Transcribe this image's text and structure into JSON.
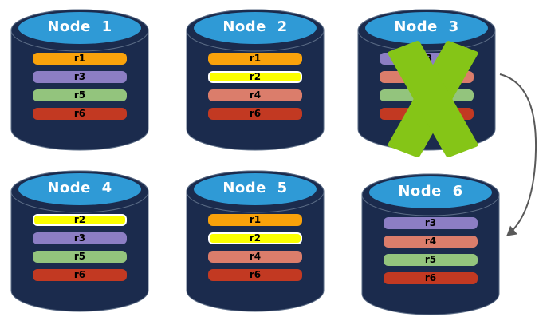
{
  "palette": {
    "cylinder_body": "#1B2B4D",
    "cylinder_top": "#2F9AD6",
    "node_title": "#FFFFFF",
    "bar_label": "#000000",
    "failure_x": "#85C517",
    "arrow": "#595959"
  },
  "nodes": [
    {
      "title": "Node 1",
      "failed": false,
      "bars": [
        {
          "label": "r1",
          "color": "#F9A20B"
        },
        {
          "label": "r3",
          "color": "#8C7EC4"
        },
        {
          "label": "r5",
          "color": "#93C47D"
        },
        {
          "label": "r6",
          "color": "#C23922"
        }
      ]
    },
    {
      "title": "Node 2",
      "failed": false,
      "bars": [
        {
          "label": "r1",
          "color": "#F9A20B"
        },
        {
          "label": "r2",
          "color": "#FCFF00",
          "border": "#FFFFFF"
        },
        {
          "label": "r4",
          "color": "#DB7D6B"
        },
        {
          "label": "r6",
          "color": "#C23922"
        }
      ]
    },
    {
      "title": "Node 3",
      "failed": true,
      "bars": [
        {
          "label": "r3",
          "color": "#8C7EC4"
        },
        {
          "label": "r4",
          "color": "#DB7D6B"
        },
        {
          "label": "r5",
          "color": "#93C47D"
        },
        {
          "label": "r6",
          "color": "#C23922"
        }
      ]
    },
    {
      "title": "Node 4",
      "failed": false,
      "bars": [
        {
          "label": "r2",
          "color": "#FCFF00",
          "border": "#FFFFFF"
        },
        {
          "label": "r3",
          "color": "#8C7EC4"
        },
        {
          "label": "r5",
          "color": "#93C47D"
        },
        {
          "label": "r6",
          "color": "#C23922"
        }
      ]
    },
    {
      "title": "Node 5",
      "failed": false,
      "bars": [
        {
          "label": "r1",
          "color": "#F9A20B"
        },
        {
          "label": "r2",
          "color": "#FCFF00",
          "border": "#FFFFFF"
        },
        {
          "label": "r4",
          "color": "#DB7D6B"
        },
        {
          "label": "r6",
          "color": "#C23922"
        }
      ]
    },
    {
      "title": "Node 6",
      "failed": false,
      "bars": [
        {
          "label": "r3",
          "color": "#8C7EC4"
        },
        {
          "label": "r4",
          "color": "#DB7D6B"
        },
        {
          "label": "r5",
          "color": "#93C47D"
        },
        {
          "label": "r6",
          "color": "#C23922"
        }
      ]
    }
  ],
  "annotations": {
    "failure_mark": {
      "node": "Node 3",
      "shape": "x-cross"
    },
    "arrow": {
      "from": "Node 3",
      "to": "Node 6"
    }
  }
}
